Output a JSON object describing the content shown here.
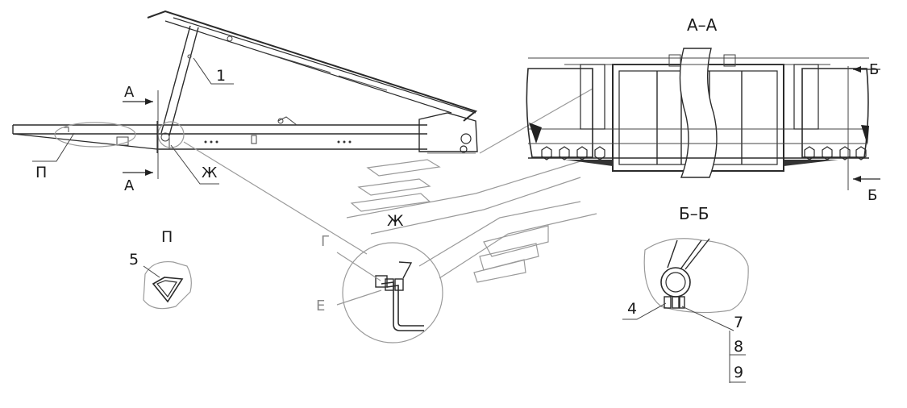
{
  "labels": {
    "section_a_top": "А",
    "section_a_bottom": "А",
    "callout_1": "1",
    "callout_p": "П",
    "callout_zh": "Ж",
    "view_aa_title": "А–А",
    "section_b_top": "Б",
    "section_b_bottom": "Б",
    "view_bb_title": "Б–Б",
    "view_p_title": "П",
    "view_zh_title": "Ж",
    "callout_5": "5",
    "callout_g": "Г",
    "callout_e": "Е",
    "callout_4": "4",
    "callout_7": "7",
    "callout_8": "8",
    "callout_9": "9"
  }
}
